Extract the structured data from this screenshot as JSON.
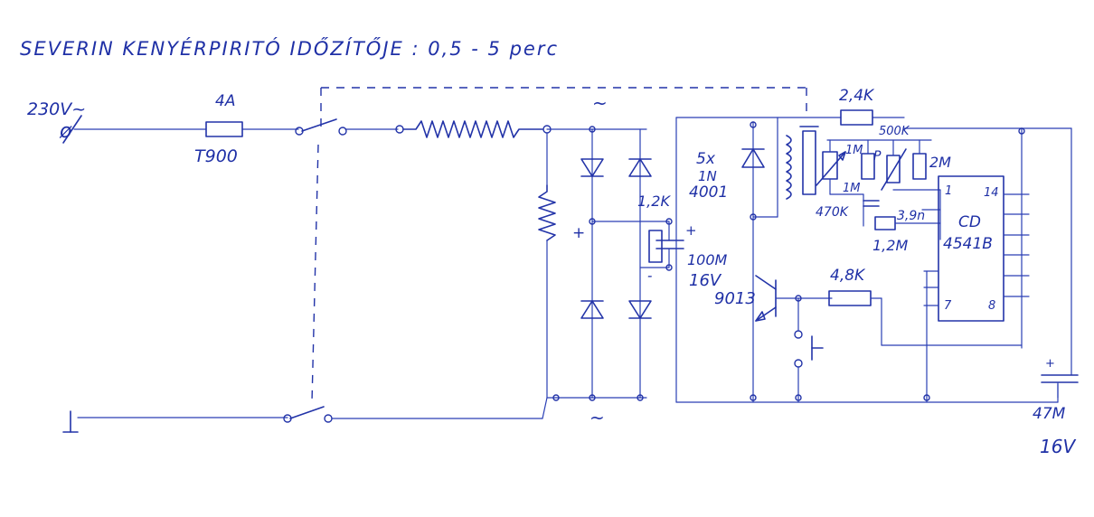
{
  "title": "SEVERIN KENYÉRPIRITÓ IDŐZÍTŐJE : 0,5 - 5 perc",
  "labels": {
    "mains_voltage": "230V~",
    "phase_symbol": "ø",
    "ground_symbol": "⊥",
    "fuse_current": "4A",
    "thermal_fuse": "T900",
    "ac_top": "~",
    "ac_bottom": "~",
    "plus_bridge": "+",
    "r_1k2": "1,2K",
    "cap_plus": "+",
    "cap_minus": "-",
    "cap_100u": "100M",
    "cap_100u_voltage": "16V",
    "diodes": "5x",
    "diodes_part1": "1N",
    "diodes_part2": "4001",
    "transistor": "9013",
    "r_2k4": "2,4K",
    "pot_500k": "500K",
    "pot_letter": "P",
    "r_1m_a": "1M",
    "r_1m_b": "1M",
    "r_2m": "2M",
    "r_470k": "470K",
    "cap_3n9": "3,9n",
    "r_1m2": "1,2M",
    "r_4k8": "4,8K",
    "ic_name": "CD",
    "ic_part": "4541B",
    "pin1": "1",
    "pin14": "14",
    "pin7": "7",
    "pin8": "8",
    "cap_47u": "47M",
    "cap_47u_voltage": "16V",
    "cap47_plus": "+"
  },
  "colors": {
    "ink": "#2233a8",
    "paper": "#ffffff"
  }
}
